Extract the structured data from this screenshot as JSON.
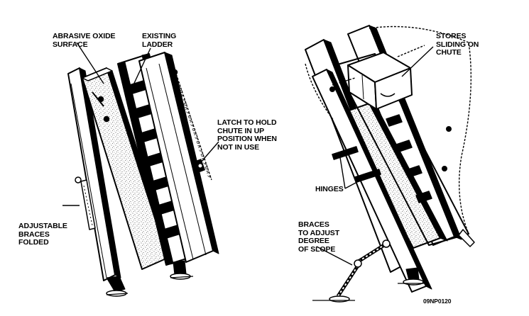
{
  "left_figure": {
    "labels": {
      "abrasive": [
        "ABRASIVE OXIDE",
        "SURFACE"
      ],
      "ladder": [
        "EXISTING",
        "LADDER"
      ],
      "latch": [
        "LATCH TO HOLD",
        "CHUTE IN UP",
        "POSITION WHEN",
        "NOT IN USE"
      ],
      "braces_folded": [
        "ADJUSTABLE",
        "BRACES",
        "FOLDED"
      ]
    }
  },
  "right_figure": {
    "labels": {
      "stores": [
        "STORES",
        "SLIDING ON",
        "CHUTE"
      ],
      "hinges": [
        "HINGES"
      ],
      "braces_slope": [
        "BRACES",
        "TO ADJUST",
        "DEGREE",
        "OF SLOPE"
      ]
    }
  },
  "figure_code": "09NP0120",
  "colors": {
    "ink": "#000000",
    "paper": "#ffffff",
    "speckle": "#3a3a3a"
  }
}
